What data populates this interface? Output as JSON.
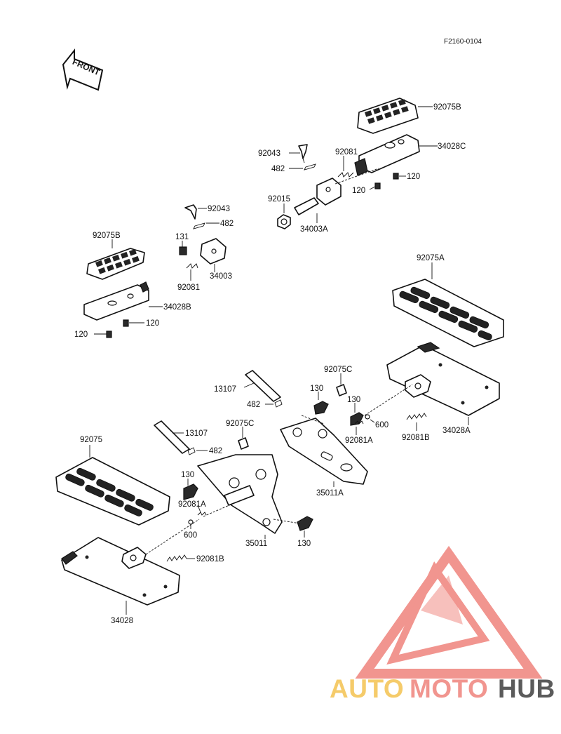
{
  "diagram_code": "F2160-0104",
  "front_arrow_text": "FRONT",
  "watermark": {
    "part1": "AUTO",
    "part2": "MOTO",
    "part3": "HUB",
    "colors": {
      "auto": "#f5c65a",
      "moto": "#f08a83",
      "hub": "#4a4a4a",
      "triangle": "#f08a83"
    }
  },
  "labels": {
    "l_92075B_top": "92075B",
    "l_34028C": "34028C",
    "l_92081_top": "92081",
    "l_92043_top": "92043",
    "l_482_top": "482",
    "l_120_c1": "120",
    "l_120_c2": "120",
    "l_92015": "92015",
    "l_34003A": "34003A",
    "l_92043_mid": "92043",
    "l_482_mid": "482",
    "l_131": "131",
    "l_34003": "34003",
    "l_92081_mid": "92081",
    "l_92075B_left": "92075B",
    "l_34028B": "34028B",
    "l_120_b1": "120",
    "l_120_b2": "120",
    "l_92075A": "92075A",
    "l_13107_a": "13107",
    "l_482_a": "482",
    "l_92075C_a": "92075C",
    "l_130_a": "130",
    "l_130_b": "130",
    "l_600_a": "600",
    "l_92081A_a": "92081A",
    "l_92081B_a": "92081B",
    "l_34028A": "34028A",
    "l_35011A": "35011A",
    "l_92075": "92075",
    "l_13107_b": "13107",
    "l_92075C_b": "92075C",
    "l_482_b": "482",
    "l_130_c": "130",
    "l_92081A_b": "92081A",
    "l_600_b": "600",
    "l_92081B_b": "92081B",
    "l_35011": "35011",
    "l_130_d": "130",
    "l_34028": "34028"
  }
}
